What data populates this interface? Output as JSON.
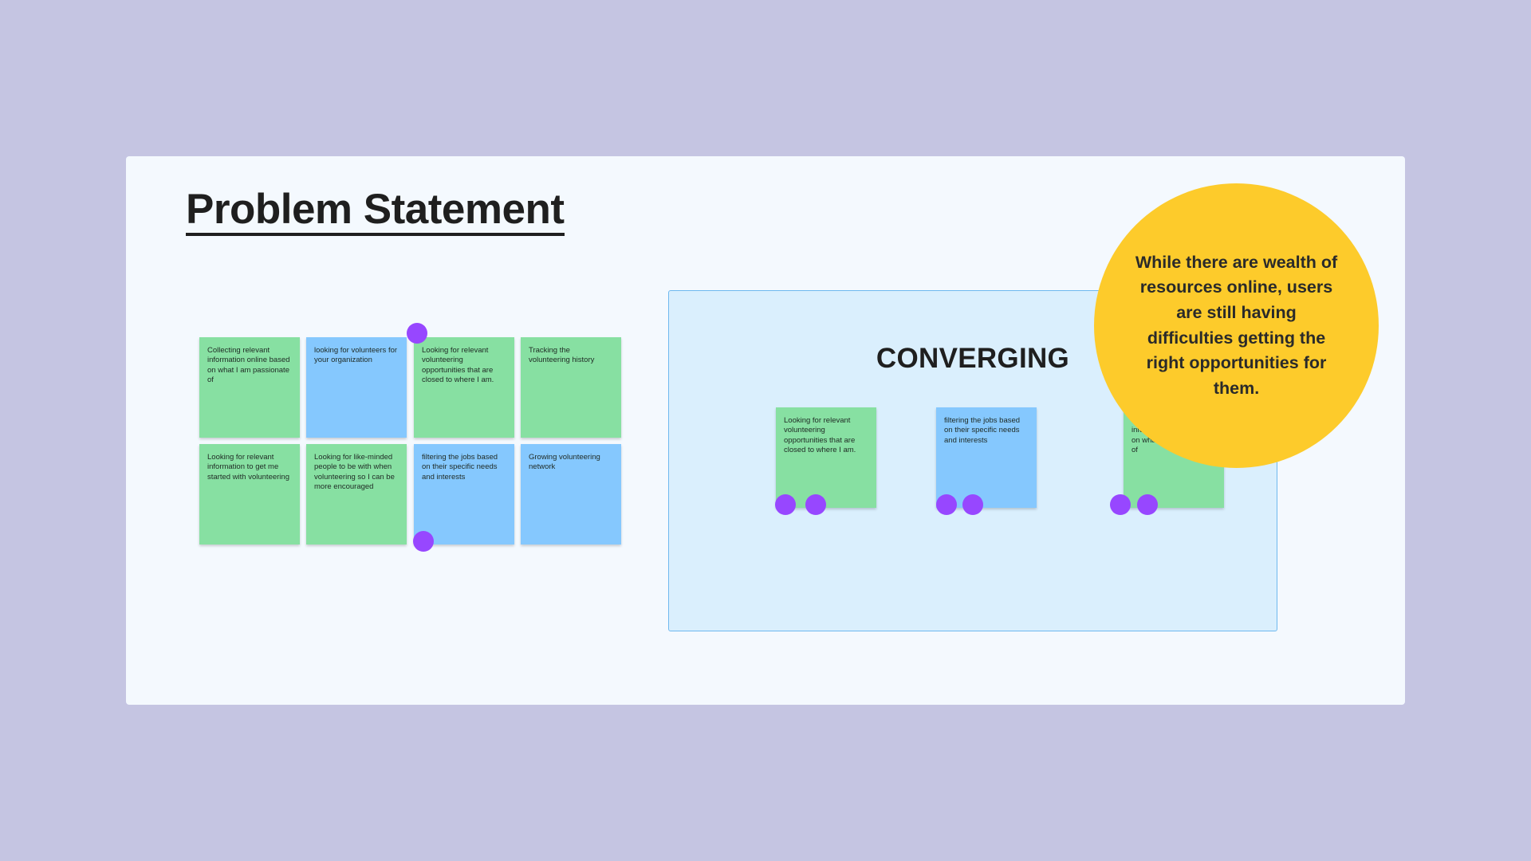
{
  "board": {
    "title": "Problem Statement",
    "notes": [
      {
        "text": "Collecting relevant information online based on what I am passionate of",
        "color": "#87e0a2"
      },
      {
        "text": "looking for volunteers for your organization",
        "color": "#85c8fe"
      },
      {
        "text": "Looking for relevant volunteering opportunities that are closed to where I am.",
        "color": "#87e0a2"
      },
      {
        "text": "Tracking the volunteering history",
        "color": "#87e0a2"
      },
      {
        "text": "Looking for relevant information to get me started with volunteering",
        "color": "#87e0a2"
      },
      {
        "text": "Looking for like-minded people to be with when volunteering so I can be more encouraged",
        "color": "#87e0a2"
      },
      {
        "text": "filtering the jobs based on their specific needs and interests",
        "color": "#85c8fe"
      },
      {
        "text": "Growing volunteering network",
        "color": "#85c8fe"
      }
    ]
  },
  "converging": {
    "title": "CONVERGING",
    "notes": [
      {
        "text": "Looking for relevant volunteering opportunities that are closed to where I am.",
        "color": "#87e0a2"
      },
      {
        "text": "filtering the jobs based on their specific needs and interests",
        "color": "#85c8fe"
      },
      {
        "text": "Collecting relevant information online based on what I am passionate of",
        "color": "#87e0a2"
      }
    ]
  },
  "statement": {
    "text": "While there are wealth of resources online, users are still having difficulties getting the right opportunities for them."
  },
  "colors": {
    "background": "#c5c5e2",
    "board": "#f4f9fe",
    "sticky_green": "#87e0a2",
    "sticky_blue": "#85c8fe",
    "vote_dot": "#9747ff",
    "converging_area": "#daeffd",
    "statement_circle": "#fdcb2b"
  }
}
